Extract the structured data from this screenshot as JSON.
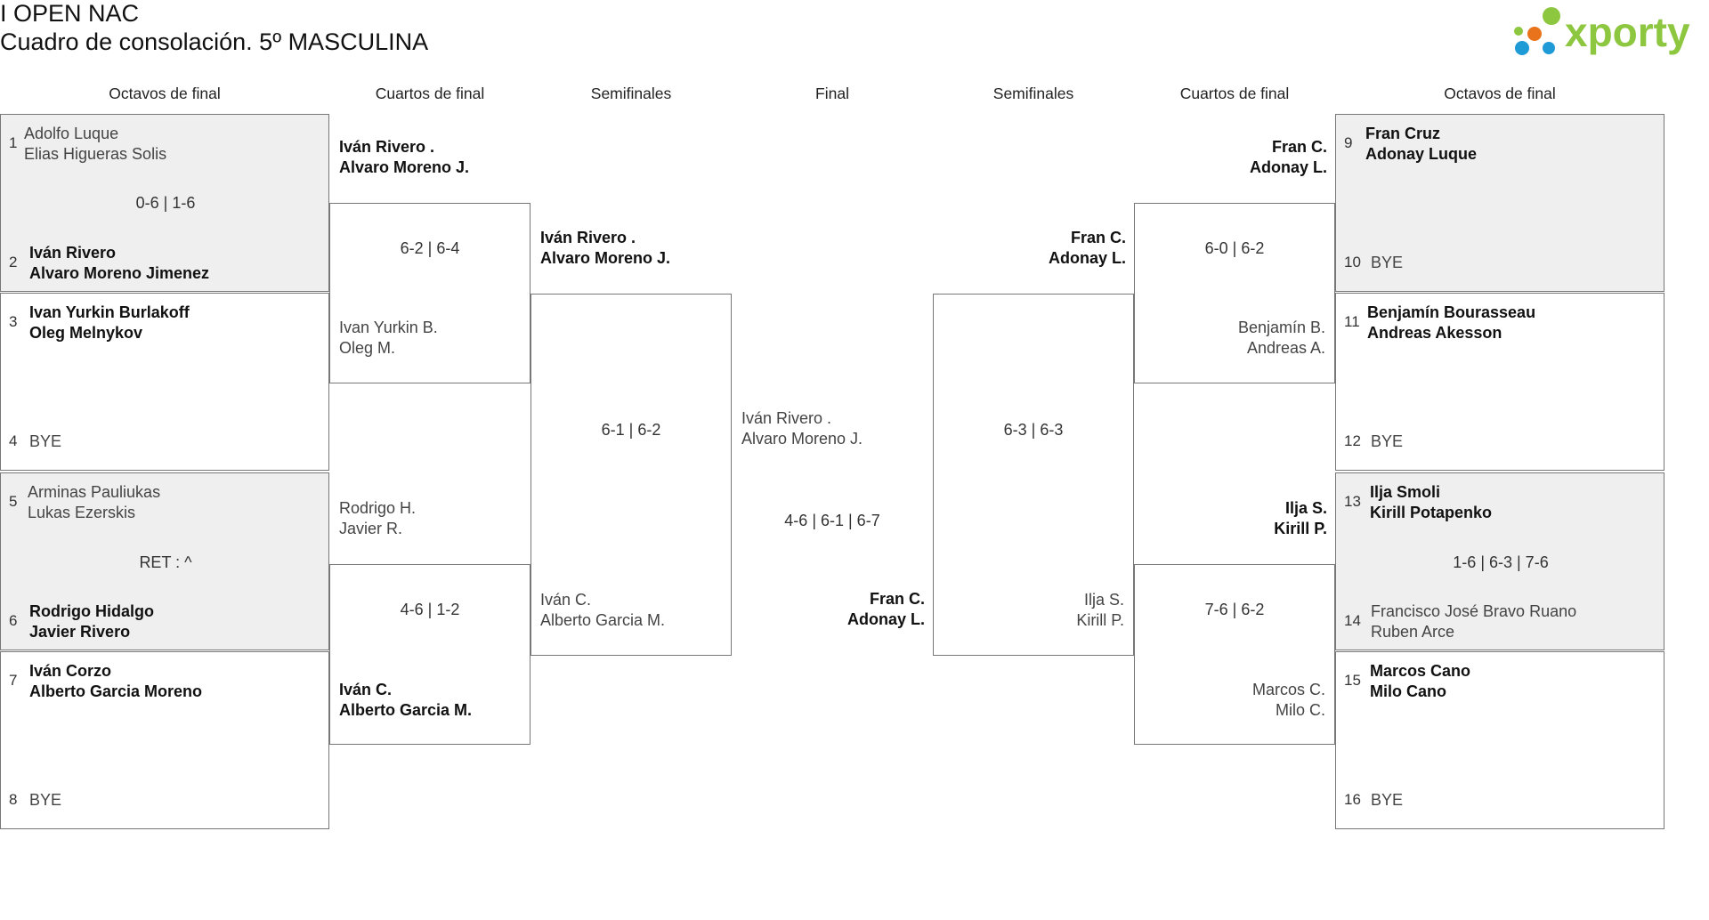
{
  "header": {
    "title": "I OPEN NAC",
    "subtitle": "Cuadro de consolación. 5º MASCULINA"
  },
  "logo": {
    "text": "xporty",
    "brand_color": "#8dc63f",
    "dot_colors": [
      "#8dc63f",
      "#e8731a",
      "#1e9ad6"
    ]
  },
  "rounds": {
    "left": [
      "Octavos de final",
      "Cuartos de final",
      "Semifinales"
    ],
    "final": "Final",
    "right": [
      "Semifinales",
      "Cuartos de final",
      "Octavos de final"
    ]
  },
  "r16": [
    {
      "seed": "1",
      "p1": "Adolfo Luque",
      "p2": "Elias Higueras Solis"
    },
    {
      "seed": "2",
      "p1": "Iván Rivero",
      "p2": "Alvaro Moreno Jimenez"
    },
    {
      "seed": "3",
      "p1": "Ivan Yurkin Burlakoff",
      "p2": "Oleg Melnykov"
    },
    {
      "seed": "4",
      "p1": "BYE"
    },
    {
      "seed": "5",
      "p1": "Arminas Pauliukas",
      "p2": "Lukas Ezerskis"
    },
    {
      "seed": "6",
      "p1": "Rodrigo Hidalgo",
      "p2": "Javier Rivero"
    },
    {
      "seed": "7",
      "p1": "Iván Corzo",
      "p2": "Alberto Garcia Moreno"
    },
    {
      "seed": "8",
      "p1": "BYE"
    },
    {
      "seed": "9",
      "p1": "Fran Cruz",
      "p2": "Adonay Luque"
    },
    {
      "seed": "10",
      "p1": "BYE"
    },
    {
      "seed": "11",
      "p1": "Benjamín Bourasseau",
      "p2": "Andreas Akesson"
    },
    {
      "seed": "12",
      "p1": "BYE"
    },
    {
      "seed": "13",
      "p1": "Ilja Smoli",
      "p2": "Kirill Potapenko"
    },
    {
      "seed": "14",
      "p1": "Francisco José Bravo Ruano",
      "p2": "Ruben Arce"
    },
    {
      "seed": "15",
      "p1": "Marcos Cano",
      "p2": "Milo Cano"
    },
    {
      "seed": "16",
      "p1": "BYE"
    }
  ],
  "r16_scores": [
    "0-6 | 1-6",
    "RET : ^",
    "1-6 | 6-3 | 7-6"
  ],
  "qf": [
    {
      "p1": "Iván Rivero .",
      "p2": "Alvaro Moreno J."
    },
    {
      "p1": "Ivan Yurkin B.",
      "p2": "Oleg M."
    },
    {
      "p1": "Rodrigo H.",
      "p2": "Javier R."
    },
    {
      "p1": "Iván C.",
      "p2": "Alberto Garcia M."
    },
    {
      "p1": "Fran C.",
      "p2": "Adonay L."
    },
    {
      "p1": "Benjamín B.",
      "p2": "Andreas A."
    },
    {
      "p1": "Ilja S.",
      "p2": "Kirill P."
    },
    {
      "p1": "Marcos C.",
      "p2": "Milo C."
    }
  ],
  "qf_scores": [
    "6-2 | 6-4",
    "4-6 | 1-2",
    "6-0 | 6-2",
    "7-6 | 6-2"
  ],
  "sf": [
    {
      "p1": "Iván Rivero .",
      "p2": "Alvaro Moreno J."
    },
    {
      "p1": "Iván C.",
      "p2": "Alberto Garcia M."
    },
    {
      "p1": "Fran C.",
      "p2": "Adonay L."
    },
    {
      "p1": "Ilja S.",
      "p2": "Kirill P."
    }
  ],
  "sf_scores": [
    "6-1 | 6-2",
    "6-3 | 6-3"
  ],
  "final": {
    "p1": "Iván Rivero .",
    "p2": "Alvaro Moreno J.",
    "score": "4-6 | 6-1 | 6-7",
    "w1": "Fran C.",
    "w2": "Adonay L."
  }
}
